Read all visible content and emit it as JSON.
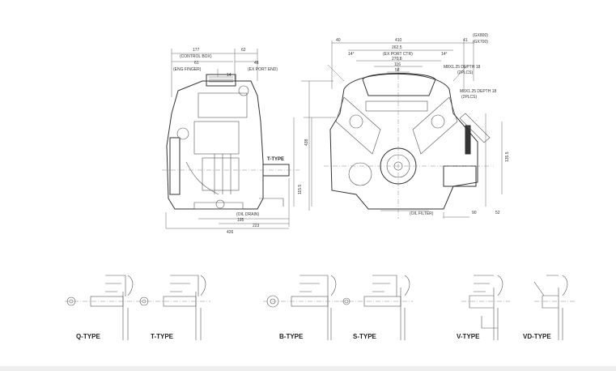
{
  "side_view": {
    "dims": {
      "d177": "177",
      "d62": "62",
      "d61": "61",
      "d48": "48",
      "d14": "14",
      "d426": "426",
      "d195": "195",
      "d223": "223",
      "d115": "115.5"
    },
    "notes": {
      "control_box": "(CONTROL BOX)",
      "eng_finger": "(ENG FINGER)",
      "ex_port_end": "(EX PORT END)",
      "oil_drain": "(OIL DRAIN)",
      "t_type": "T-TYPE"
    }
  },
  "front_view": {
    "dims": {
      "d410": "410",
      "d40": "40",
      "d41": "41",
      "d262": "262.5",
      "d270": "270.8",
      "d116": "116",
      "d58": "58",
      "d438": "438",
      "d90": "90",
      "d52": "52",
      "d135": "135.5"
    },
    "notes": {
      "gx800": "(GX800)",
      "gx700": "(GX700)",
      "ex_port_ctr": "(EX PORT CTR)",
      "m8a": "M8X1.25 DEPTH 18",
      "m8a_pl": "(2PLCS)",
      "m8b": "M8X1.25 DEPTH 18",
      "m8b_pl": "(2PLCS)",
      "oil_filter": "(OIL FILTER)",
      "angle": "14°"
    }
  },
  "shaft_types": [
    {
      "label": "Q-TYPE"
    },
    {
      "label": "T-TYPE"
    },
    {
      "label": "B-TYPE"
    },
    {
      "label": "S-TYPE"
    },
    {
      "label": "V-TYPE"
    },
    {
      "label": "VD-TYPE"
    }
  ]
}
